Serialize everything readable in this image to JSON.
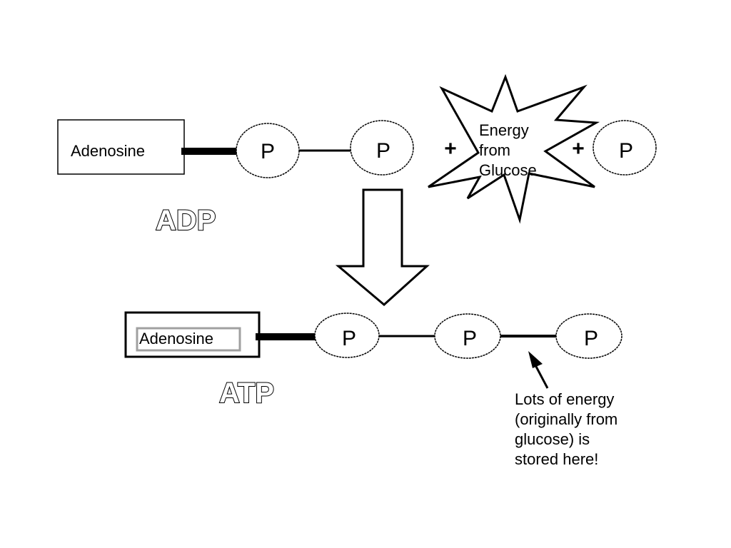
{
  "adp": {
    "adenosine_label": "Adenosine",
    "phosphates": [
      "P",
      "P"
    ],
    "name": "ADP"
  },
  "reaction": {
    "plus_1": "+",
    "energy_burst": [
      "Energy",
      "from",
      "Glucose"
    ],
    "plus_2": "+",
    "added_phosphate": "P"
  },
  "atp": {
    "adenosine_label": "Adenosine",
    "phosphates": [
      "P",
      "P",
      "P"
    ],
    "name": "ATP"
  },
  "annotation": {
    "lines": [
      "Lots of energy",
      "(originally from",
      "glucose) is",
      "stored here!"
    ]
  },
  "colors": {
    "stroke": "#000000",
    "background": "#ffffff",
    "inner_box_border": "#a0a0a0"
  }
}
